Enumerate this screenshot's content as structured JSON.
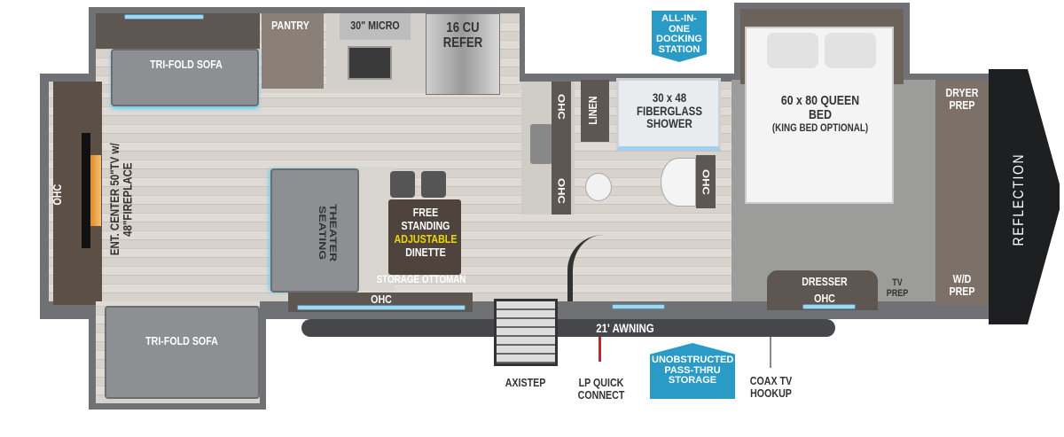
{
  "labels": {
    "pantry": "PANTRY",
    "micro": "30\" MICRO",
    "refer": "16 CU REFER",
    "trifold_top": "TRI-FOLD SOFA",
    "trifold_bottom": "TRI-FOLD SOFA",
    "ohc_left": "OHC",
    "ent_center": "ENT. CENTER 50\"TV w/ 48\"FIREPLACE",
    "theater": "THEATER SEATING",
    "dinette_1": "FREE",
    "dinette_2": "STANDING",
    "dinette_3": "ADJUSTABLE",
    "dinette_4": "DINETTE",
    "ottoman": "STORAGE OTTOMAN",
    "ohc_bottom": "OHC",
    "ohc_bath1": "OHC",
    "ohc_bath2": "OHC",
    "ohc_bath3": "OHC",
    "linen": "LINEN",
    "shower": "30 x 48 FIBERGLASS SHOWER",
    "bed": "60 x 80 QUEEN BED",
    "bed_note": "(KING BED OPTIONAL)",
    "dryer": "DRYER PREP",
    "wd": "W/D PREP",
    "tv_prep": "TV PREP",
    "dresser": "DRESSER",
    "ohc_dresser": "OHC",
    "brand": "REFLECTION",
    "awning": "21' AWNING",
    "axistep": "AXISTEP",
    "lp": "LP QUICK CONNECT",
    "coax": "COAX TV HOOKUP"
  },
  "callouts": {
    "docking": "ALL-IN-ONE DOCKING STATION",
    "storage": "UNOBSTRUCTED PASS-THRU STORAGE"
  },
  "colors": {
    "callout": "#2a9ac6",
    "highlight": "#f2d600"
  }
}
